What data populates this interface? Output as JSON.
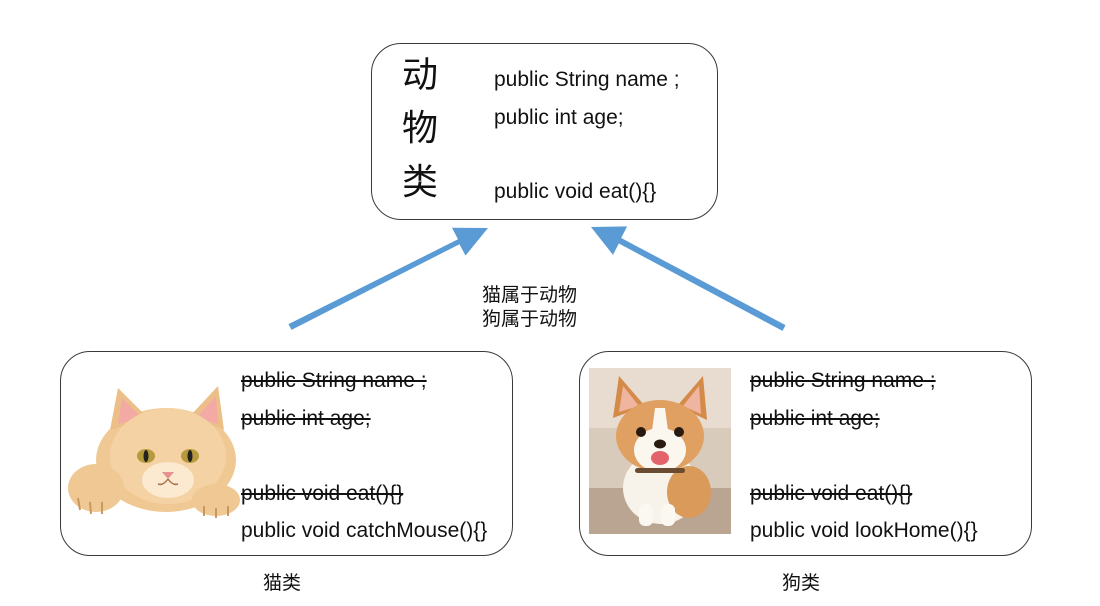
{
  "animal": {
    "title_chars": [
      "动",
      "物",
      "类"
    ],
    "fields": [
      "public String name ;",
      "public int age;"
    ],
    "method": "public void eat(){}"
  },
  "relation": {
    "lines": [
      "猫属于动物",
      "狗属于动物"
    ]
  },
  "cat": {
    "inherited": [
      "public String name ;",
      "public int age;",
      "public void eat(){}"
    ],
    "own_method": "public void catchMouse(){}",
    "caption": "猫类"
  },
  "dog": {
    "inherited": [
      "public String name ;",
      "public int age;",
      "public void eat(){}"
    ],
    "own_method": "public void lookHome(){}",
    "caption": "狗类"
  },
  "colors": {
    "arrow": "#5b9bd5",
    "border": "#3a3a3a"
  }
}
